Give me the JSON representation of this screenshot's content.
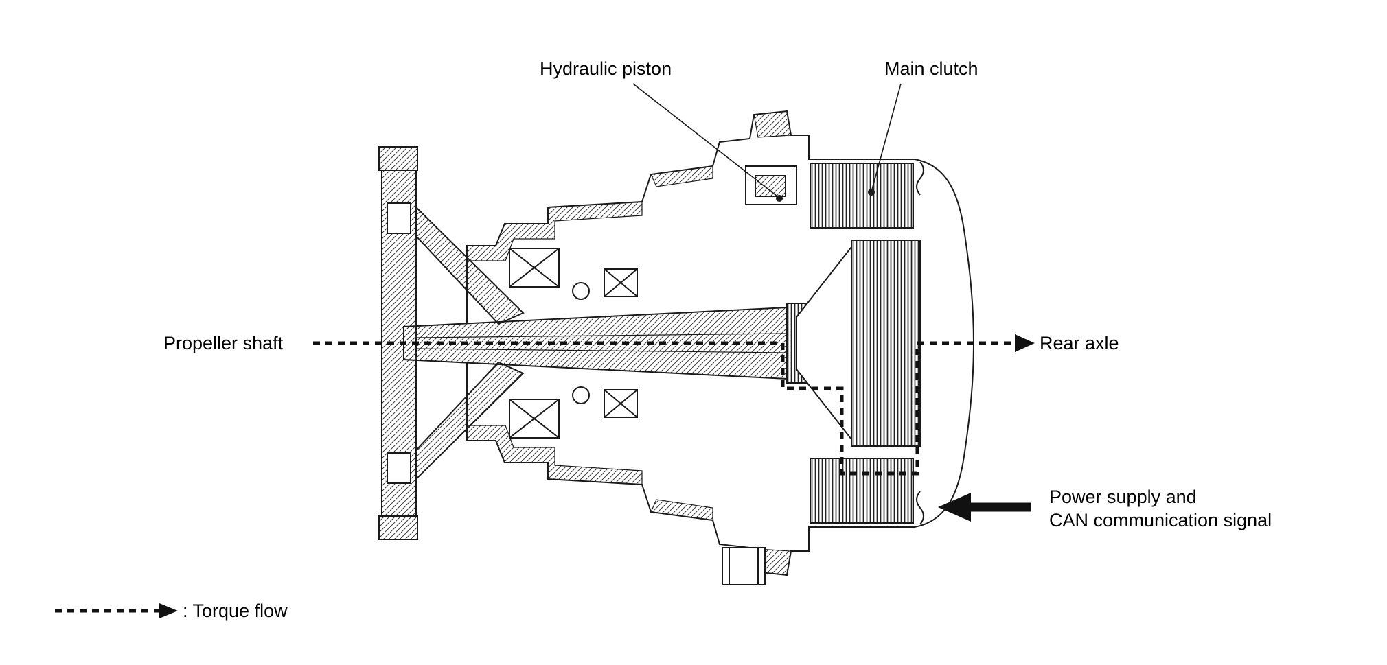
{
  "labels": {
    "hydraulic_piston": "Hydraulic piston",
    "main_clutch": "Main clutch",
    "propeller_shaft": "Propeller shaft",
    "rear_axle": "Rear axle",
    "power_supply_line1": "Power supply and",
    "power_supply_line2": "CAN communication signal"
  },
  "legend": {
    "torque_flow": ": Torque flow"
  },
  "colors": {
    "line": "#1a1a1a",
    "background": "#ffffff"
  }
}
